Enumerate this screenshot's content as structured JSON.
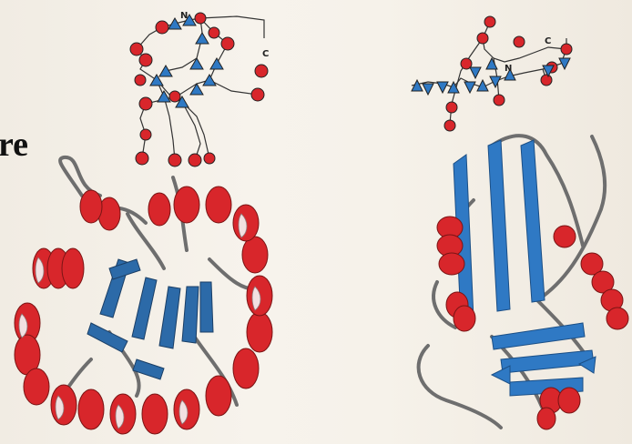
{
  "margin_text": "re",
  "left_topology": {
    "n_label": "N",
    "c_label": "C"
  },
  "right_topology": {
    "n_label": "N",
    "c_label": "C"
  },
  "colors": {
    "helix": "#d8262b",
    "strand": "#2f79c4",
    "loop": "#6e6e6e",
    "background": "#f4efe7"
  },
  "legend": {
    "helix_symbol": "circle",
    "strand_symbol": "triangle"
  }
}
